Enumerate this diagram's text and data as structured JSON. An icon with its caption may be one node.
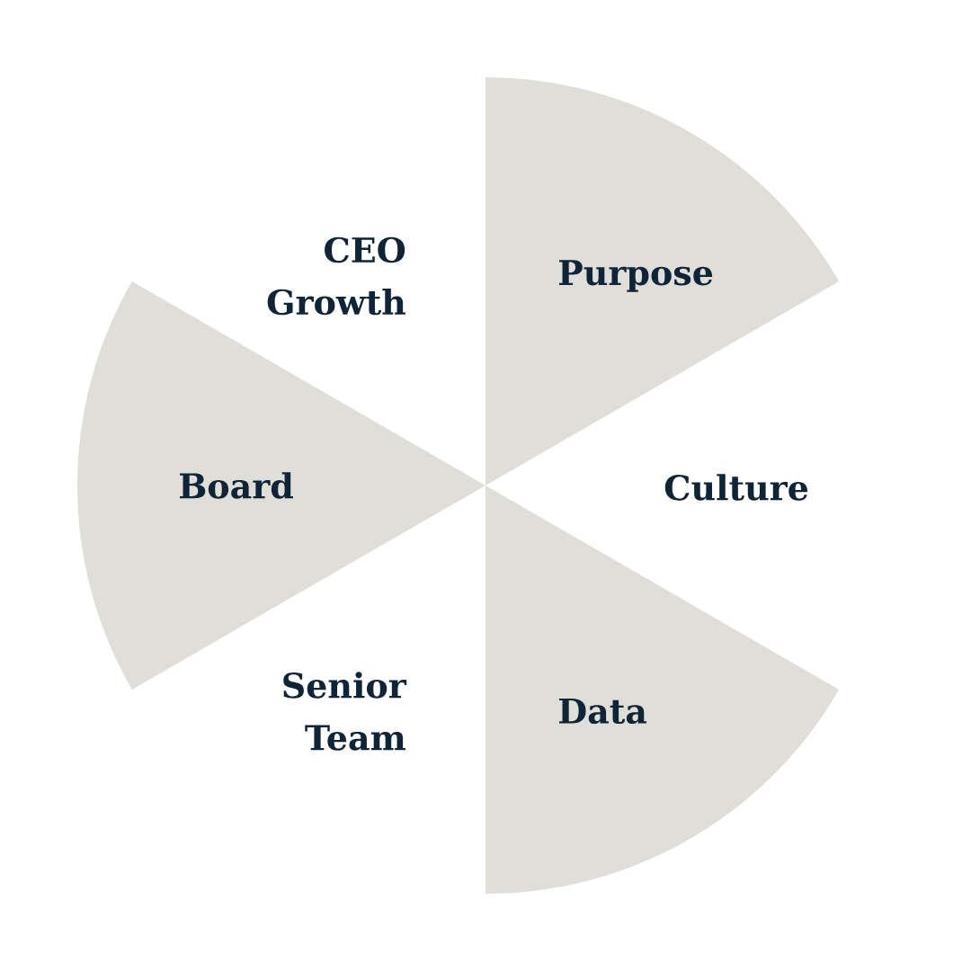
{
  "diagram": {
    "nodes": [
      {
        "text": [
          "CEO Growth"
        ]
      },
      {
        "text": [
          "Purpose"
        ]
      },
      {
        "text": [
          "Board"
        ]
      },
      {
        "text": [
          "Culture"
        ]
      },
      {
        "text": [
          "Senior Team"
        ]
      },
      {
        "text": [
          "Data"
        ]
      }
    ]
  }
}
